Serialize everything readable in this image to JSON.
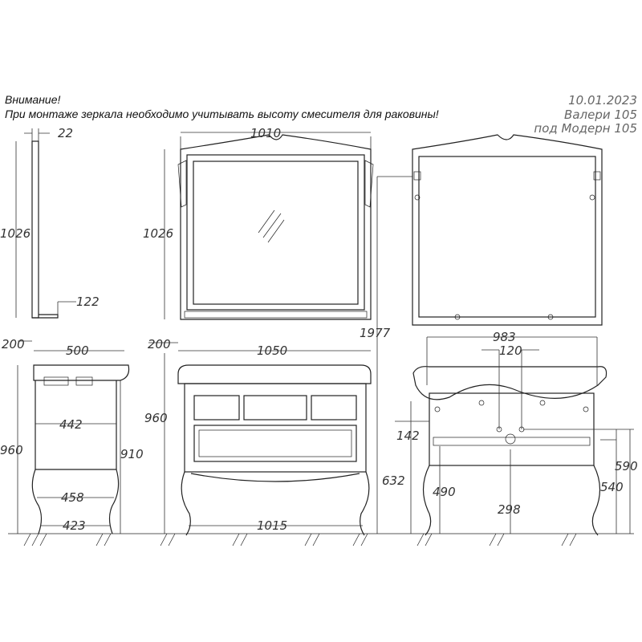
{
  "notes": {
    "warning_title": "Внимание!",
    "warning_text": "При монтаже зеркала необходимо учитывать высоту смесителя для раковины!"
  },
  "meta": {
    "date": "10.01.2023",
    "model": "Валери 105",
    "sub_model": "под Модерн 105"
  },
  "dimensions": {
    "mirror_side": {
      "depth": "22",
      "height": "1026",
      "shelf": "122"
    },
    "mirror_front": {
      "width": "1010",
      "height": "1026"
    },
    "total_height": "1977",
    "cabinet_side": {
      "top_gap": "200",
      "depth": "500",
      "inner": "442",
      "height": "960",
      "body_height": "910",
      "legs_top": "458",
      "legs_bottom": "423"
    },
    "cabinet_front": {
      "top_gap": "200",
      "width": "1050",
      "height": "960",
      "legs_width": "1015"
    },
    "cabinet_back": {
      "width": "983",
      "holes_spacing": "120",
      "hole_offset": "142",
      "height_632": "632",
      "height_490": "490",
      "height_298": "298",
      "height_590": "590",
      "height_540": "540"
    }
  }
}
